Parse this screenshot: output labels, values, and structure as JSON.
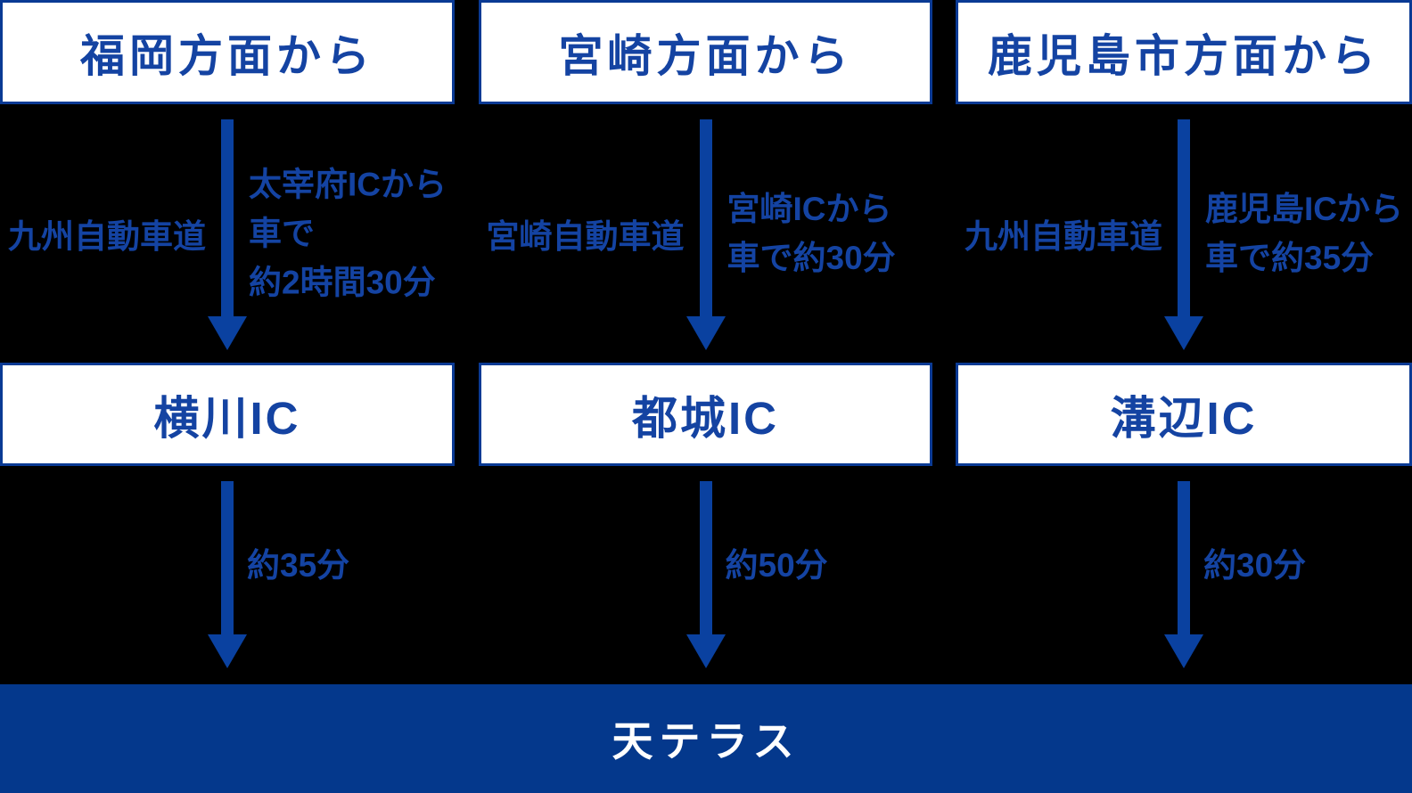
{
  "title": "access-route-diagram",
  "palette": {
    "background": "#000000",
    "box_fill": "#ffffff",
    "box_border": "#0a3a94",
    "text_blue": "#1443a2",
    "arrow_blue": "#0a41a0",
    "destination_bar": "#04388c",
    "destination_text": "#ffffff"
  },
  "destination": {
    "label": "天テラス"
  },
  "columns": [
    {
      "origin": "福岡方面から",
      "road": "九州自動車道",
      "detail_lines": [
        "太宰府ICから",
        "車で",
        "約2時間30分"
      ],
      "interchange": "横川IC",
      "time_to_destination": "約35分"
    },
    {
      "origin": "宮崎方面から",
      "road": "宮崎自動車道",
      "detail_lines": [
        "宮崎ICから",
        "車で約30分"
      ],
      "interchange": "都城IC",
      "time_to_destination": "約50分"
    },
    {
      "origin": "鹿児島市方面から",
      "road": "九州自動車道",
      "detail_lines": [
        "鹿児島ICから",
        "車で約35分"
      ],
      "interchange": "溝辺IC",
      "time_to_destination": "約30分"
    }
  ]
}
